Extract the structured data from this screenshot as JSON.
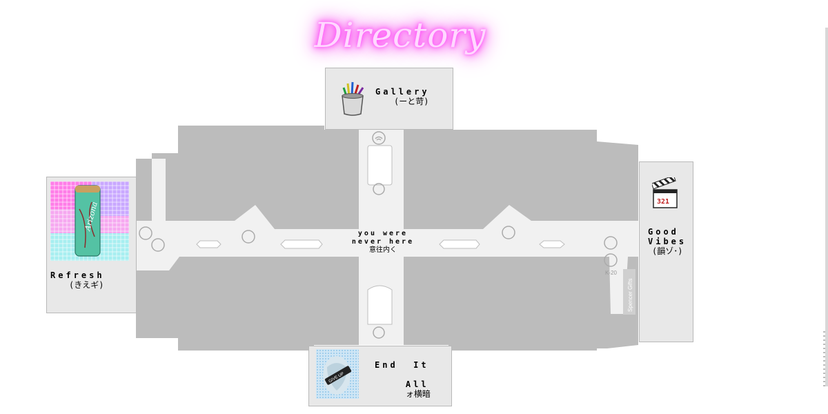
{
  "title": "Directory",
  "center": {
    "line1": "you were",
    "line2": "never here",
    "line3": "意往内く"
  },
  "stores": {
    "gallery": {
      "name": "Gallery",
      "sub": "(ーと苛)"
    },
    "refresh": {
      "name": "Refresh",
      "sub": "(きえギ)"
    },
    "good_vibes": {
      "line1": "Good",
      "line2": "Vibes",
      "sub": "(韻ゾ･)"
    },
    "end_it_all": {
      "line1": "End  It",
      "line2": "All",
      "sub": "ォ横暗"
    }
  },
  "map_labels": {
    "k20": "K-20",
    "spencer": "Spencer Gifts"
  },
  "clapper_digits": "321",
  "colors": {
    "neon": "#ff2ef0",
    "map_gray": "#bdbdbd",
    "corridor": "#f2f2f2",
    "panel": "#e8e8e8"
  }
}
